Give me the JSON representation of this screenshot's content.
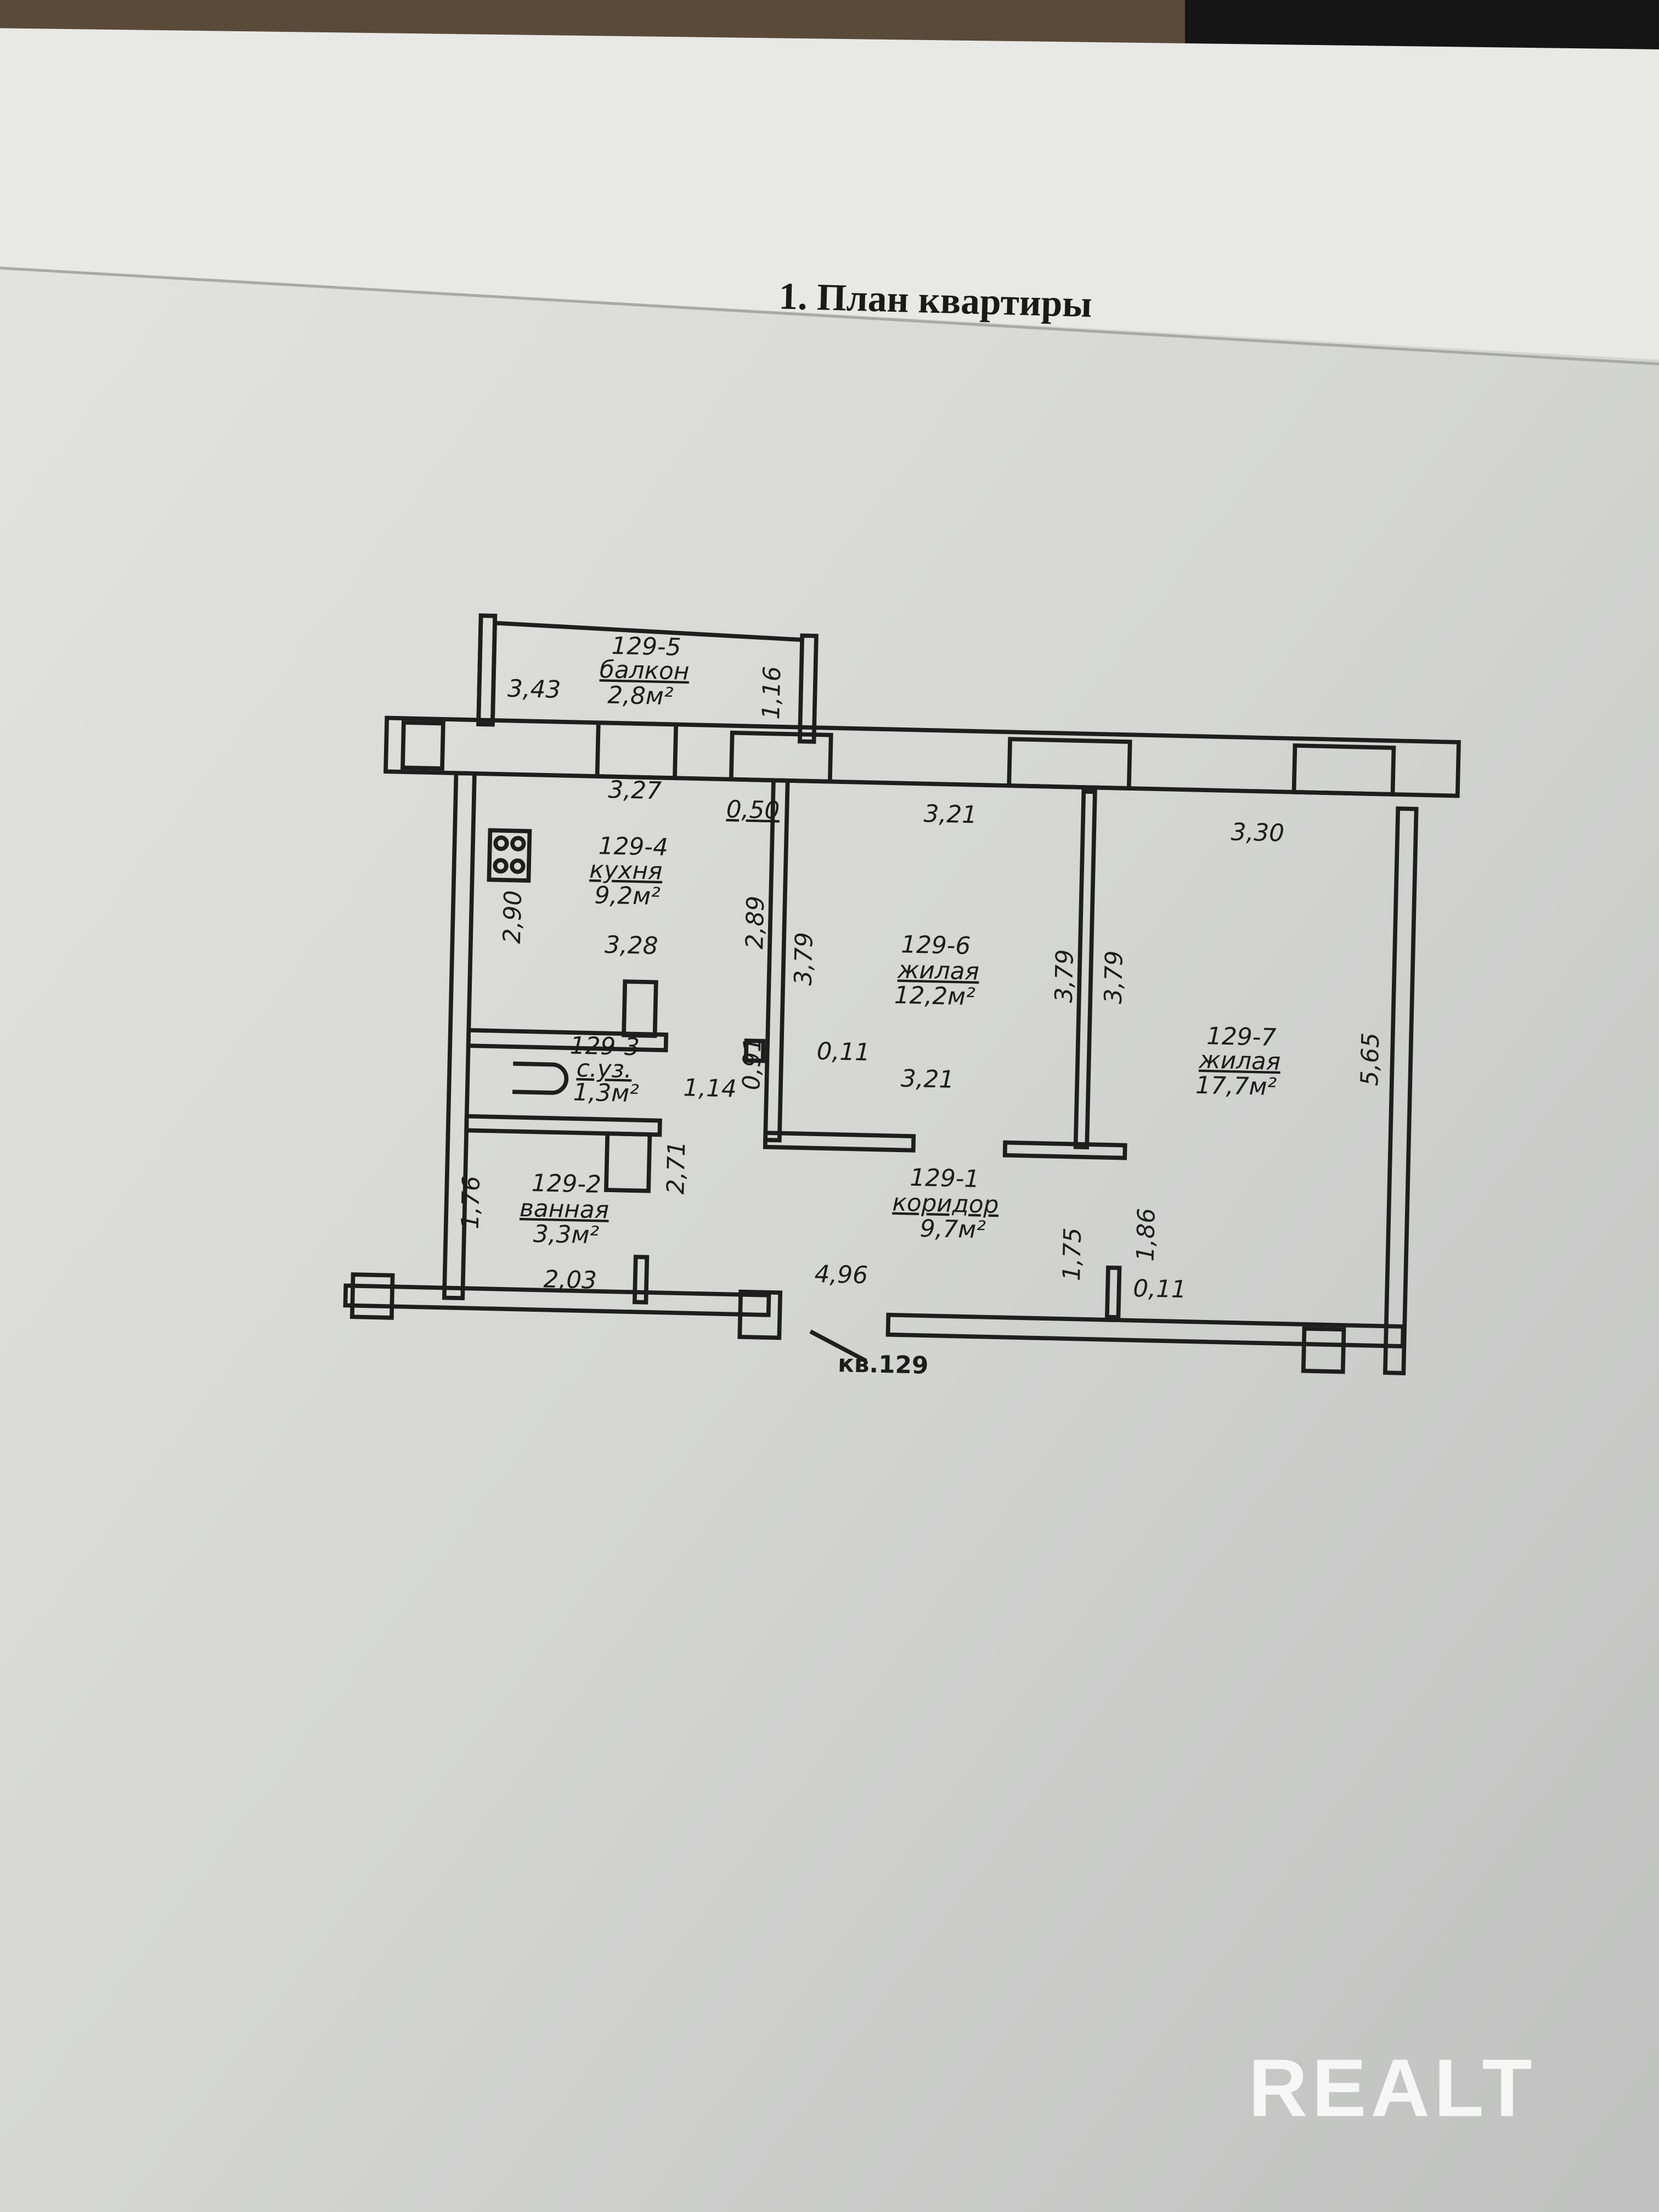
{
  "document": {
    "title": "1. План квартиры"
  },
  "rooms": [
    {
      "id": "129-5",
      "name": "балкон",
      "area": "2,8м²"
    },
    {
      "id": "129-4",
      "name": "кухня",
      "area": "9,2м²"
    },
    {
      "id": "129-6",
      "name": "жилая",
      "area": "12,2м²"
    },
    {
      "id": "129-7",
      "name": "жилая",
      "area": "17,7м²"
    },
    {
      "id": "129-3",
      "name": "с.уз.",
      "area": "1,3м²"
    },
    {
      "id": "129-2",
      "name": "ванная",
      "area": "3,3м²"
    },
    {
      "id": "129-1",
      "name": "коридор",
      "area": "9,7м²"
    }
  ],
  "dimensions": {
    "balcony_width": "3,43",
    "balcony_depth": "1,16",
    "kitchen_window": "3,27",
    "wall_050": "0,50",
    "room6_width_top": "3,21",
    "room7_width_top": "3,30",
    "kitchen_length": "2,90",
    "kitchen_width": "3,28",
    "kitchen_right": "2,89",
    "room6_left": "3,79",
    "room6_right": "3,79",
    "room7_left": "3,79",
    "room7_right": "5,65",
    "room6_width_bottom": "3,21",
    "wall_011_a": "0,11",
    "door_091": "0,91",
    "corridor_114": "1,14",
    "bath_side": "2,71",
    "bath_left": "1,76",
    "bath_width": "2,03",
    "corridor_length": "4,96",
    "corridor_175": "1,75",
    "corridor_186": "1,86",
    "wall_011_b": "0,11"
  },
  "apartment_label": "кв.129",
  "watermark": "REALT"
}
